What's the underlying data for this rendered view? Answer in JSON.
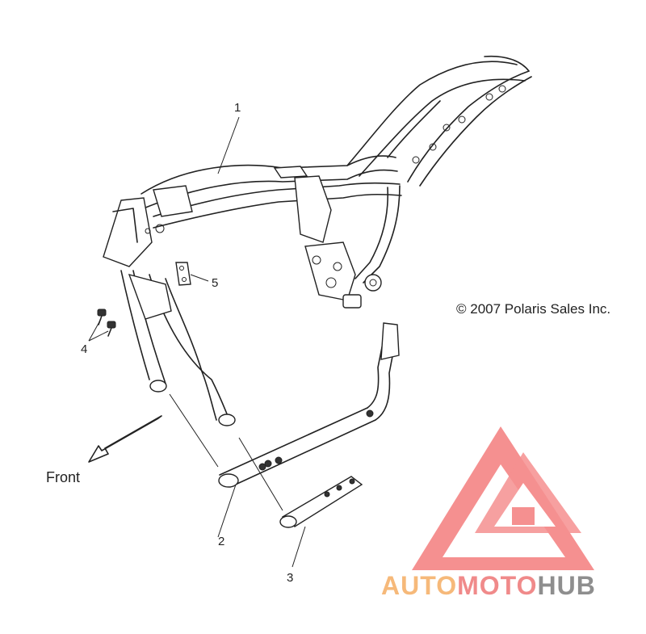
{
  "diagram": {
    "callouts": [
      "1",
      "2",
      "3",
      "4",
      "5"
    ],
    "copyright": "© 2007 Polaris Sales Inc.",
    "direction_label": "Front"
  },
  "watermark": {
    "part1": "AUTO",
    "part2": "MOTO",
    "part3": "HUB",
    "colors": {
      "auto": "#f6b97a",
      "moto": "#f08a8a",
      "hub": "#8e8e8e",
      "logo": "#f26b6b"
    }
  }
}
